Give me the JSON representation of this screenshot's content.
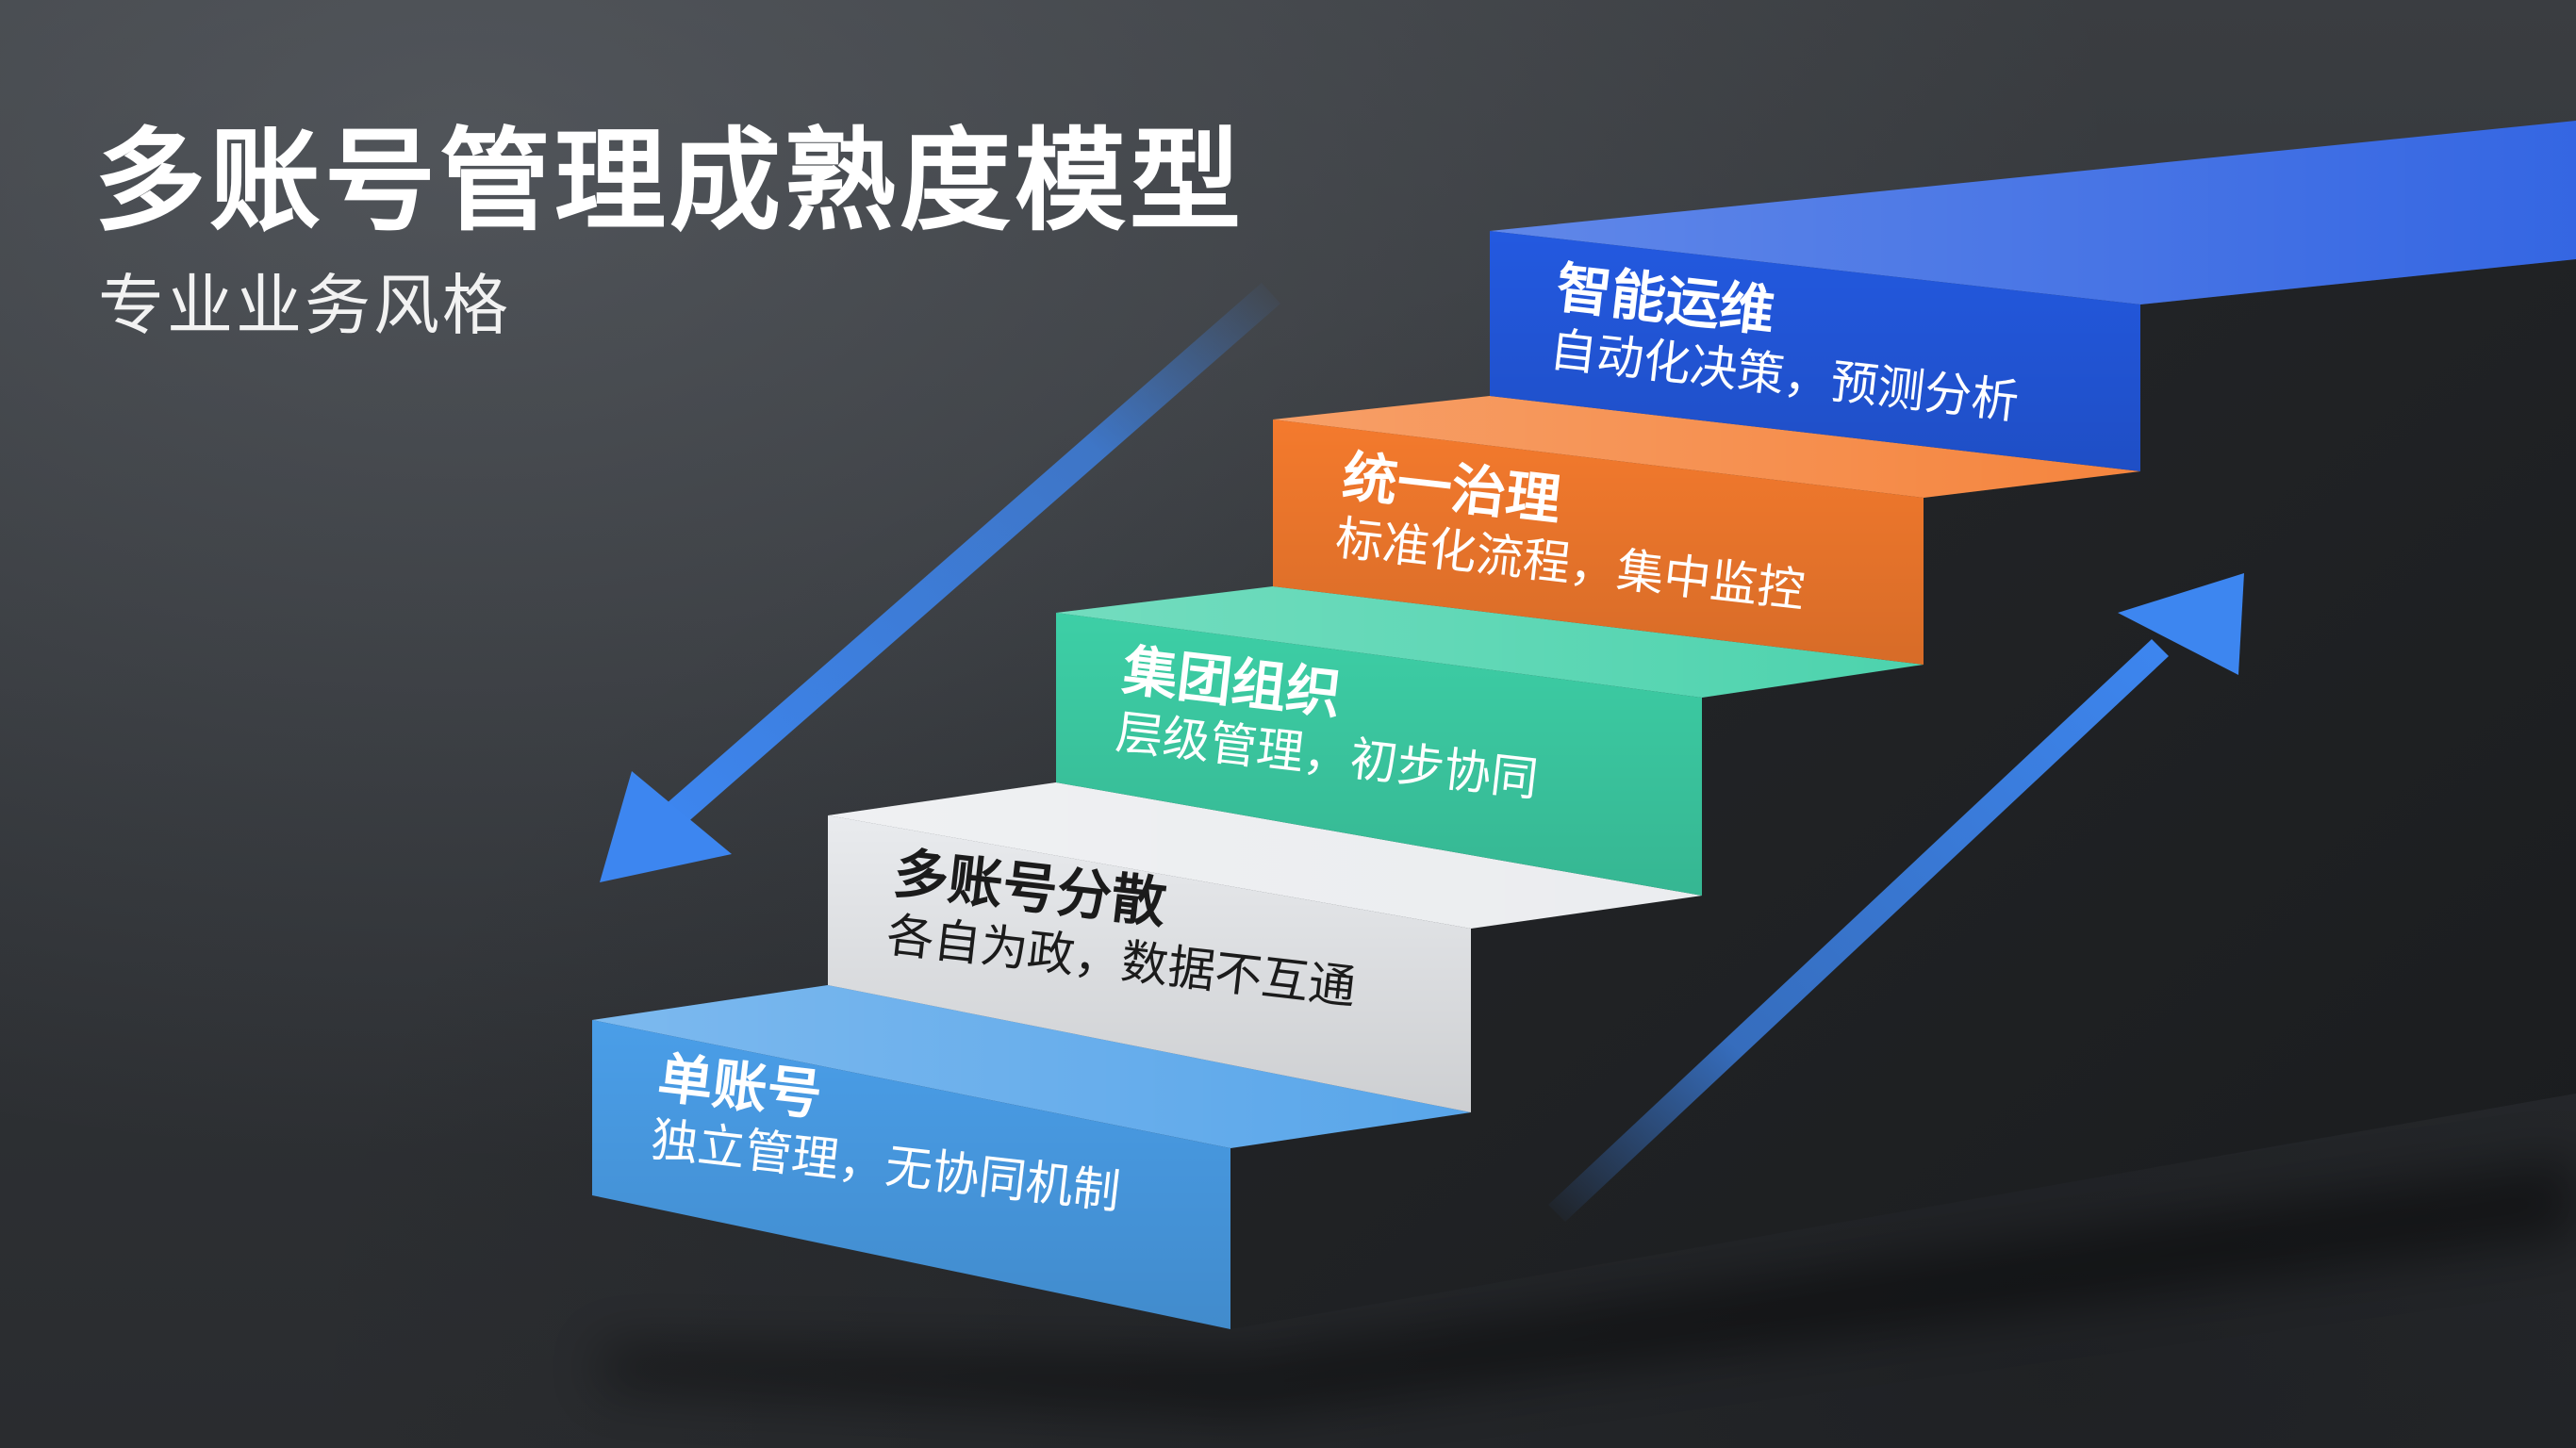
{
  "header": {
    "title": "多账号管理成熟度模型",
    "subtitle": "专业业务风格"
  },
  "steps": [
    {
      "title": "单账号",
      "description": "独立管理，无协同机制",
      "color": "#4a9ee8"
    },
    {
      "title": "多账号分散",
      "description": "各自为政，数据不互通",
      "color": "#e9ebee"
    },
    {
      "title": "集团组织",
      "description": "层级管理，初步协同",
      "color": "#3dcfa6"
    },
    {
      "title": "统一治理",
      "description": "标准化流程，集中监控",
      "color": "#f47a2d"
    },
    {
      "title": "智能运维",
      "description": "自动化决策，预测分析",
      "color": "#2359e0"
    }
  ],
  "arrows": {
    "color": "#3d86f0",
    "icon_down": "arrow-down-left-icon",
    "icon_up": "arrow-up-right-icon"
  }
}
